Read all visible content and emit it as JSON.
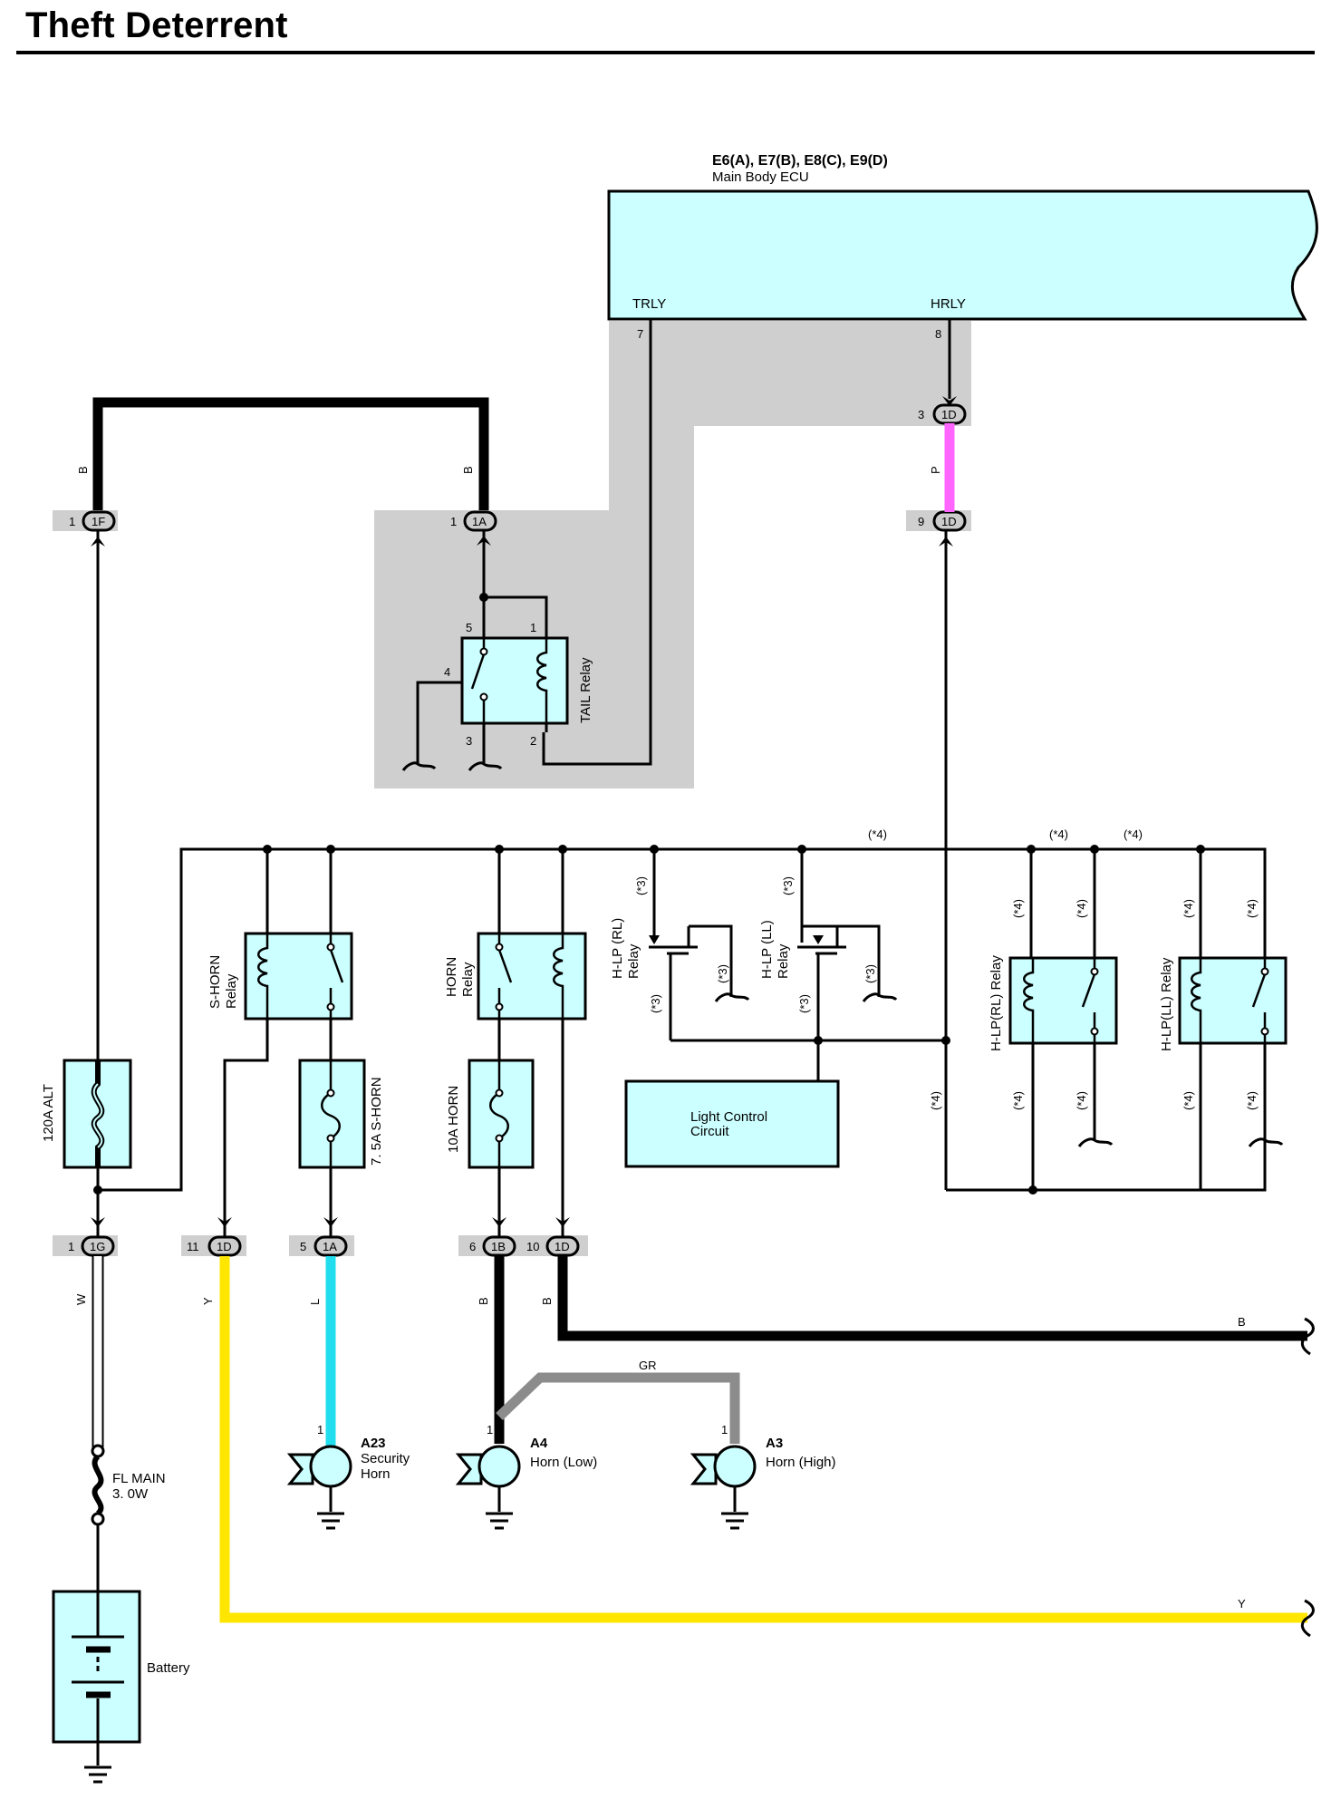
{
  "title": "Theft Deterrent",
  "colors": {
    "component_fill": "#ccffff",
    "shade": "#cfcfcf",
    "wire_b": "#000000",
    "wire_p": "#ff66ff",
    "wire_l": "#22ddee",
    "wire_y": "#ffe600",
    "wire_gr": "#8c8c8c",
    "wire_w": "#ffffff"
  },
  "ecu": {
    "codes": "E6(A), E7(B), E8(C), E9(D)",
    "name": "Main Body ECU",
    "terminal_trly": "TRLY",
    "terminal_hrly": "HRLY",
    "pin_trly": "7",
    "pin_hrly": "8"
  },
  "connectors": {
    "c1f": {
      "id": "1F",
      "pin": "1"
    },
    "c1a_top": {
      "id": "1A",
      "pin": "1"
    },
    "c1d_top": {
      "id": "1D",
      "pin": "3"
    },
    "c1d_mid": {
      "id": "1D",
      "pin": "9"
    },
    "c1g": {
      "id": "1G",
      "pin": "1"
    },
    "c1d_11": {
      "id": "1D",
      "pin": "11"
    },
    "c1a_5": {
      "id": "1A",
      "pin": "5"
    },
    "c1b_6": {
      "id": "1B",
      "pin": "6"
    },
    "c1d_10": {
      "id": "1D",
      "pin": "10"
    }
  },
  "wire_codes": {
    "b_left": "B",
    "b_tail": "B",
    "p_hrly": "P",
    "w_main": "W",
    "y_shorn": "Y",
    "l_shorn": "L",
    "b_horn6": "B",
    "b_horn10": "B",
    "b_right": "B",
    "gr": "GR",
    "y_right": "Y"
  },
  "tail_relay": {
    "label": "TAIL Relay",
    "pin5": "5",
    "pin1": "1",
    "pin4": "4",
    "pin3": "3",
    "pin2": "2"
  },
  "relays": {
    "s_horn": {
      "line1": "S-HORN",
      "line2": "Relay"
    },
    "horn": {
      "line1": "HORN",
      "line2": "Relay"
    },
    "hlp_rl_fet": {
      "line1": "H-LP (RL)",
      "line2": "Relay"
    },
    "hlp_ll_fet": {
      "line1": "H-LP (LL)",
      "line2": "Relay"
    },
    "hlp_rl": {
      "label": "H-LP(RL) Relay"
    },
    "hlp_ll": {
      "label": "H-LP(LL) Relay"
    }
  },
  "fuses": {
    "alt": "120A ALT",
    "s_horn": "7. 5A S-HORN",
    "horn": "10A HORN",
    "fl_main_1": "FL MAIN",
    "fl_main_2": "3. 0W"
  },
  "light_control": {
    "line1": "Light Control",
    "line2": "Circuit"
  },
  "notes": {
    "n3": "(*3)",
    "n4": "(*4)"
  },
  "components": {
    "a23": {
      "code": "A23",
      "line1": "Security",
      "line2": "Horn",
      "pin": "1"
    },
    "a4": {
      "code": "A4",
      "name": "Horn (Low)",
      "pin": "1"
    },
    "a3": {
      "code": "A3",
      "name": "Horn (High)",
      "pin": "1"
    },
    "battery": "Battery"
  }
}
